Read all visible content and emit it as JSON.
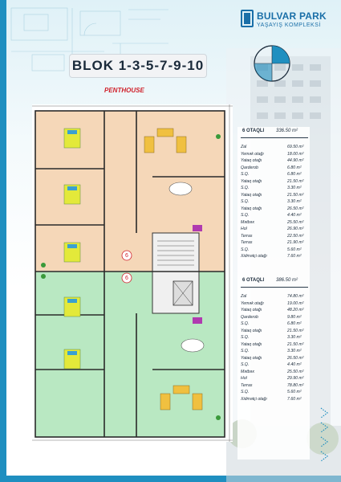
{
  "brand": {
    "name": "BULVAR PARK",
    "subtitle": "YAŞAYIŞ KOMPLEKSİ"
  },
  "title": "BLOK 1-3-5-7-9-10",
  "plan": {
    "label": "PENTHOUSE",
    "stair_labels": [
      "6",
      "6"
    ]
  },
  "colors": {
    "accent": "#1f8fc0",
    "penthouse_floor": "#f5d7b8",
    "apartment_floor": "#b9e8c2",
    "label_red": "#d0202a"
  },
  "sections": [
    {
      "name": "6 OTAQLI",
      "area": "336.50 m²",
      "rows": [
        {
          "label": "Zal",
          "value": "69.50 m²"
        },
        {
          "label": "Yemək otağı",
          "value": "18.00 m²"
        },
        {
          "label": "Yataq otağı",
          "value": "44.90 m²"
        },
        {
          "label": "Qarderob",
          "value": "6.80 m²"
        },
        {
          "label": "S.Q.",
          "value": "6.80 m²"
        },
        {
          "label": "Yataq otağı",
          "value": "21.50 m²"
        },
        {
          "label": "S.Q.",
          "value": "3.30 m²"
        },
        {
          "label": "Yataq otağı",
          "value": "21.50 m²"
        },
        {
          "label": "S.Q.",
          "value": "3.30 m²"
        },
        {
          "label": "Yataq otağı",
          "value": "26.50 m²"
        },
        {
          "label": "S.Q.",
          "value": "4.40 m²"
        },
        {
          "label": "Mətbəx",
          "value": "25.50 m²"
        },
        {
          "label": "Hol",
          "value": "26.90 m²"
        },
        {
          "label": "Terras",
          "value": "22.50 m²"
        },
        {
          "label": "Terras",
          "value": "21.90 m²"
        },
        {
          "label": "S.Q.",
          "value": "5.60 m²"
        },
        {
          "label": "Xidmətçi otağı",
          "value": "7.60 m²"
        }
      ]
    },
    {
      "name": "6 OTAQLI",
      "area": "386.50 m²",
      "rows": [
        {
          "label": "Zal",
          "value": "74.80 m²"
        },
        {
          "label": "Yemək otağı",
          "value": "19.00 m²"
        },
        {
          "label": "Yataq otağı",
          "value": "48.20 m²"
        },
        {
          "label": "Qarderob",
          "value": "9.80 m²"
        },
        {
          "label": "S.Q.",
          "value": "6.80 m²"
        },
        {
          "label": "Yataq otağı",
          "value": "21.50 m²"
        },
        {
          "label": "S.Q.",
          "value": "3.30 m²"
        },
        {
          "label": "Yataq otağı",
          "value": "21.50 m²"
        },
        {
          "label": "S.Q.",
          "value": "3.30 m²"
        },
        {
          "label": "Yataq otağı",
          "value": "26.50 m²"
        },
        {
          "label": "S.Q.",
          "value": "4.40 m²"
        },
        {
          "label": "Mətbəx",
          "value": "25.50 m²"
        },
        {
          "label": "Hol",
          "value": "29.90 m²"
        },
        {
          "label": "Terras",
          "value": "78.80 m²"
        },
        {
          "label": "S.Q.",
          "value": "5.60 m²"
        },
        {
          "label": "Xidmətçi otağı",
          "value": "7.60 m²"
        }
      ]
    }
  ]
}
